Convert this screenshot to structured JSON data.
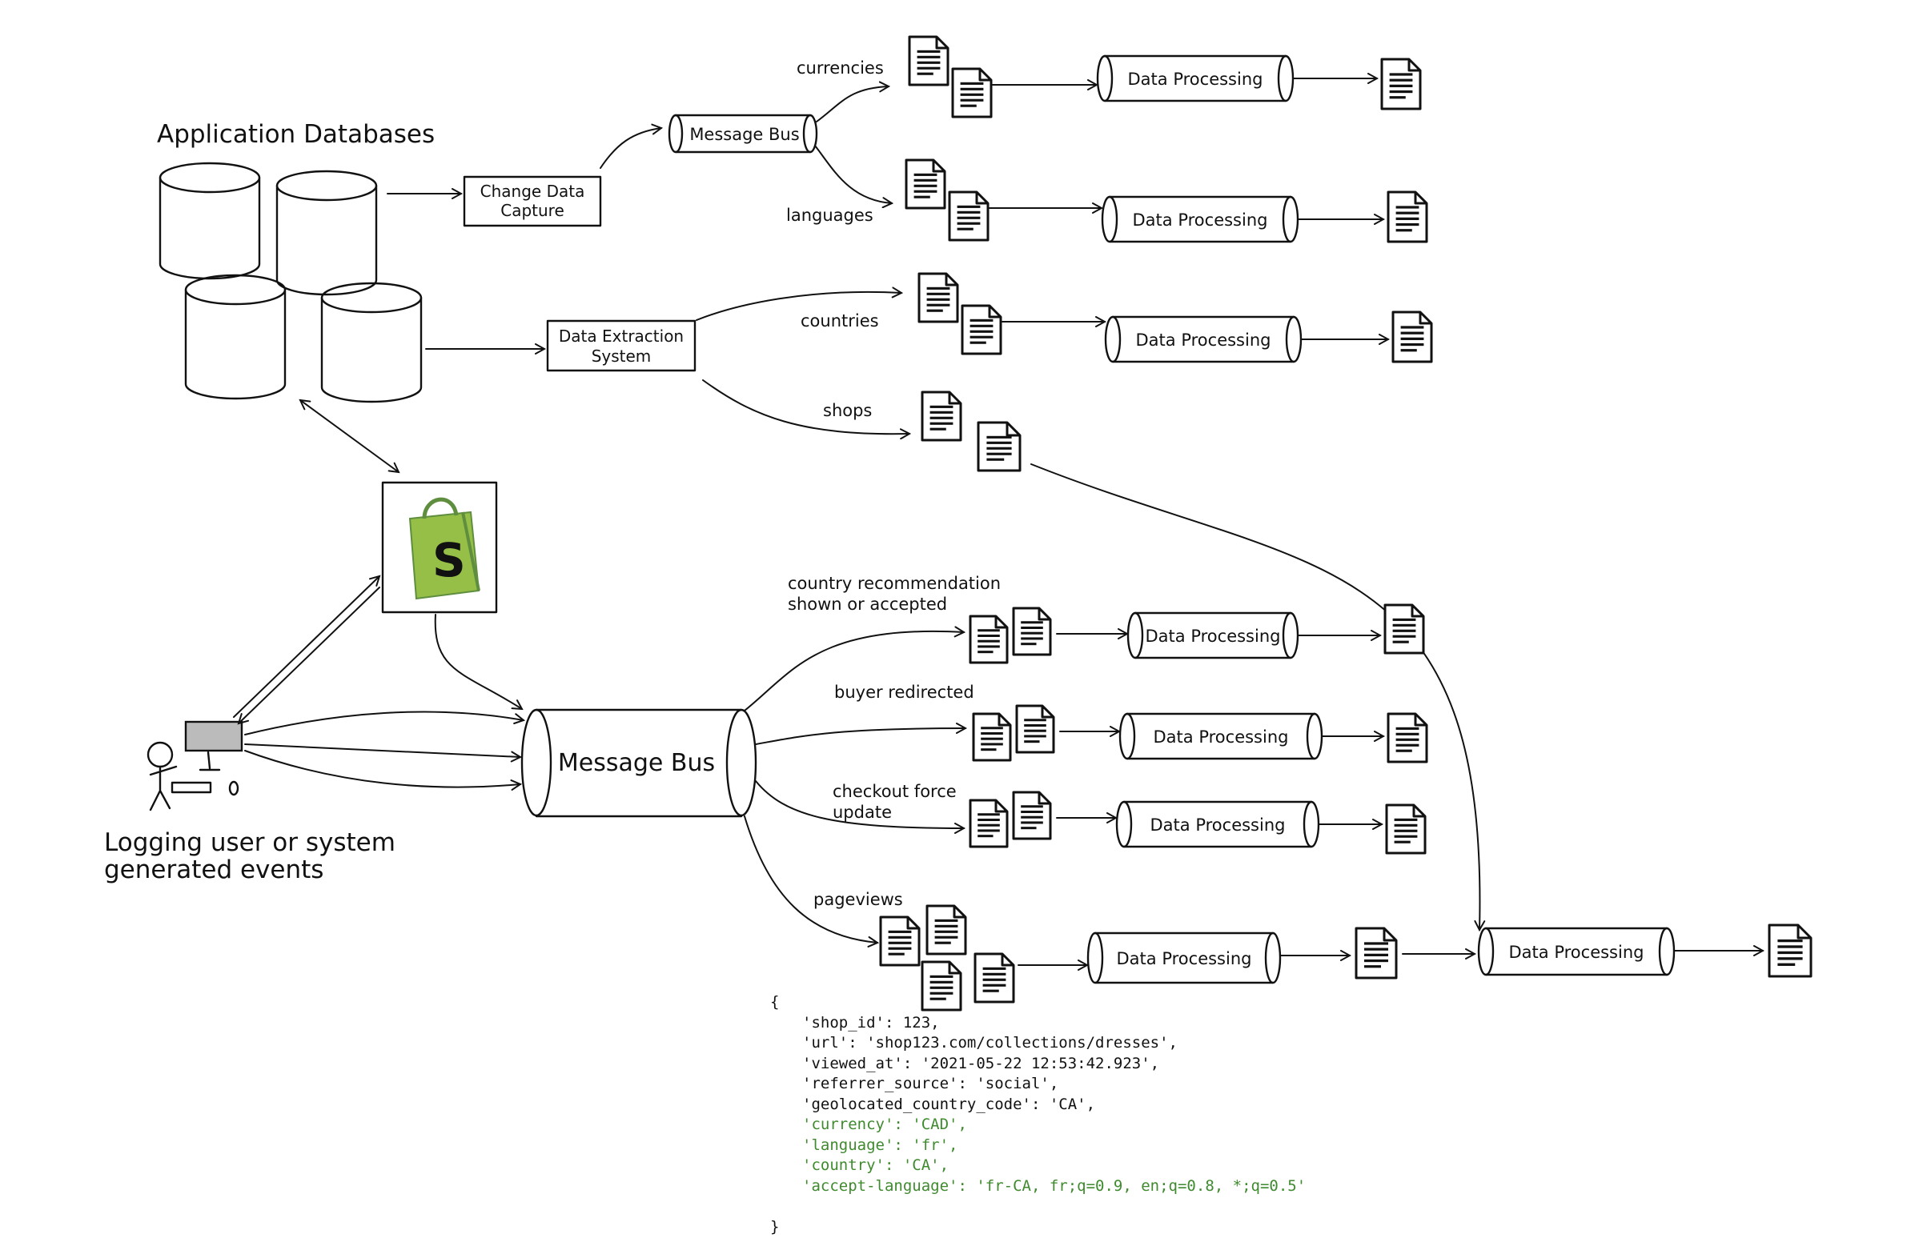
{
  "diagram": {
    "sources": {
      "title": "Application Databases",
      "cdc_label": "Change Data\nCapture",
      "extraction_label": "Data Extraction\nSystem"
    },
    "events": {
      "caption_line1": "Logging user or system",
      "caption_line2": "generated events",
      "message_bus_main": "Message Bus"
    },
    "top_bus": {
      "label": "Message Bus"
    },
    "stream_labels": {
      "currencies": "currencies",
      "languages": "languages",
      "countries": "countries",
      "shops": "shops",
      "country_reco_line1": "country recommendation",
      "country_reco_line2": "shown or accepted",
      "buyer_redirected": "buyer redirected",
      "checkout_line1": "checkout force",
      "checkout_line2": "update",
      "pageviews": "pageviews"
    },
    "processing_label": "Data Processing",
    "icons": {
      "database": "database-cylinder-icon",
      "document": "document-icon",
      "store": "shopify-bag-icon",
      "user": "user-at-computer-icon"
    },
    "colors": {
      "ink": "#111111",
      "brand": "#7ab55c",
      "highlight": "#3f8a2e"
    }
  },
  "payload": {
    "open": "{",
    "lines": [
      "'shop_id': 123,",
      "'url': 'shop123.com/collections/dresses',",
      "'viewed_at': '2021-05-22 12:53:42.923',",
      "'referrer_source': 'social',",
      "'geolocated_country_code': 'CA',"
    ],
    "highlighted": [
      "'currency': 'CAD',",
      "'language': 'fr',",
      "'country': 'CA',",
      "'accept-language': 'fr-CA, fr;q=0.9, en;q=0.8, *;q=0.5'"
    ],
    "close": "}"
  }
}
